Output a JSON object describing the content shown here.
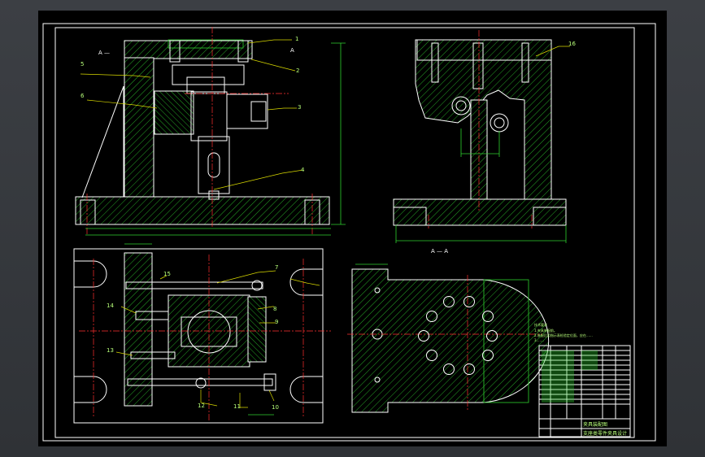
{
  "colors": {
    "background": "#000000",
    "outline": "#ffffff",
    "dimension": "#2fd12f",
    "centerline": "#ff3030",
    "leader": "#d8d800"
  },
  "views": {
    "front": {
      "section_label": "A —",
      "label_A": "A"
    },
    "side": {
      "section_label": "A — A"
    }
  },
  "part_numbers": {
    "p1": "1",
    "p2": "2",
    "p3": "3",
    "p4": "4",
    "p5": "5",
    "p6": "6",
    "p7": "7",
    "p8": "8",
    "p9": "9",
    "p10": "10",
    "p11": "11",
    "p12": "12",
    "p13": "13",
    "p14": "14",
    "p15": "15",
    "p16": "16"
  },
  "notes": {
    "heading": "技术要求",
    "line1": "1.夹具装配前。",
    "line2": "2.装配后用指示表检验定位面，应在……",
    "line3": "3.……"
  },
  "title_block": {
    "title": "夹具装配图",
    "subtitle": "支座类零件夹具设计"
  }
}
